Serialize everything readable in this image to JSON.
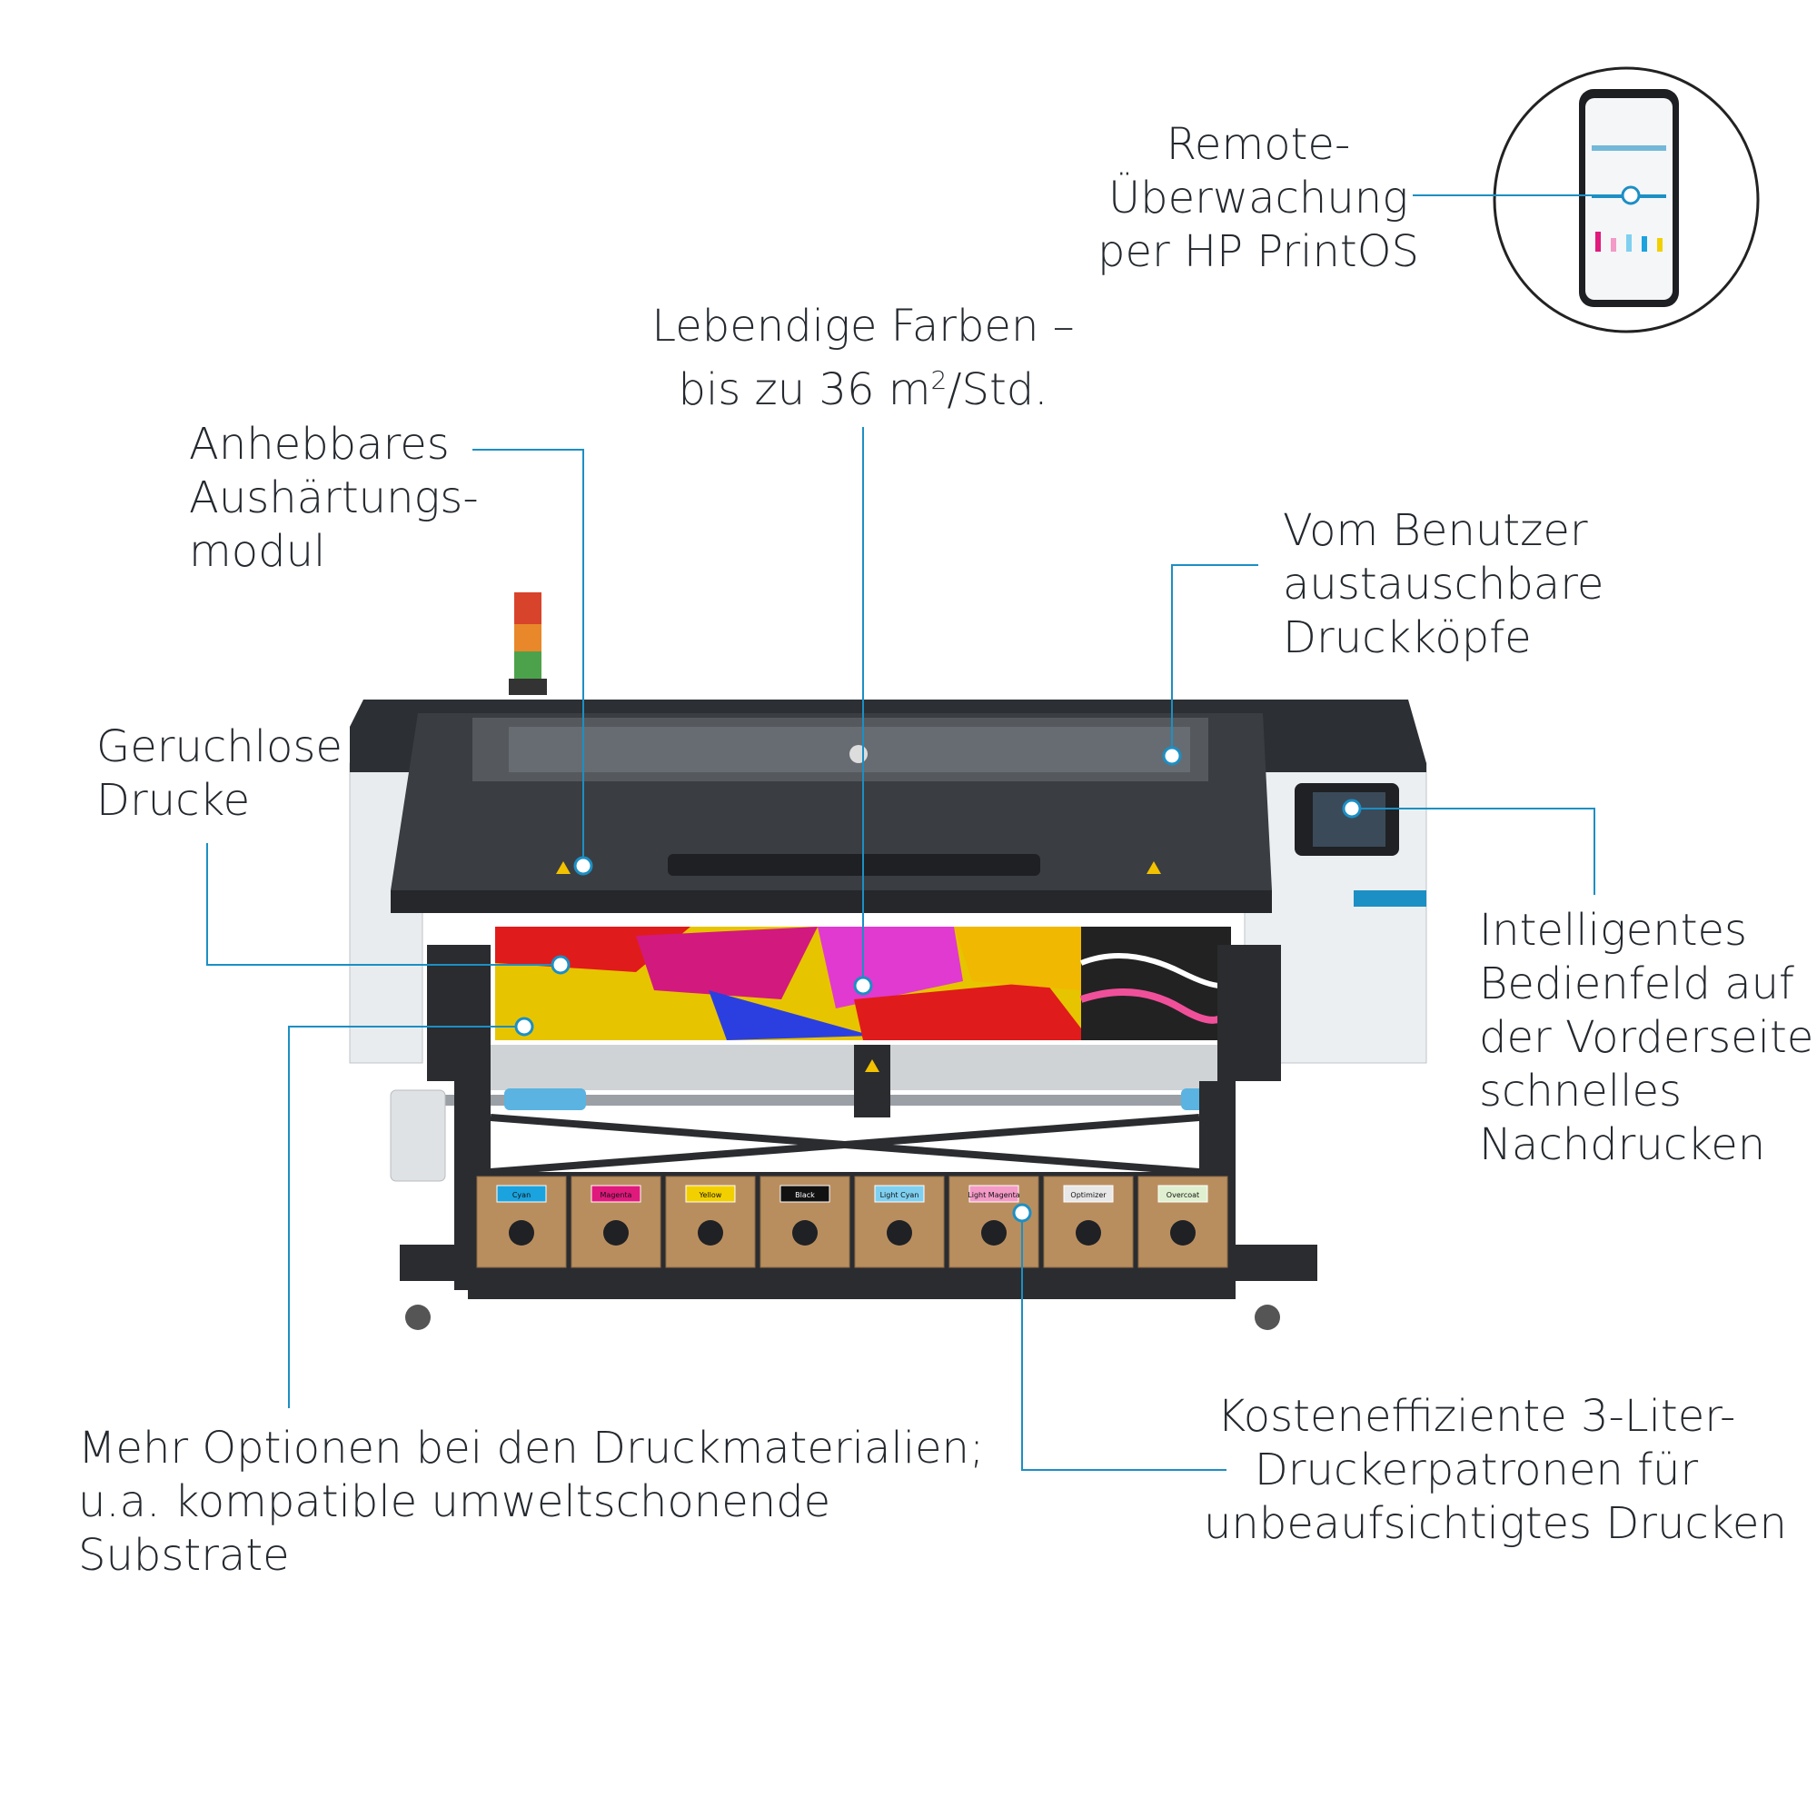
{
  "colors": {
    "callout": "#1c8fc4",
    "text": "#24292f"
  },
  "callouts": {
    "remote": [
      "Remote-",
      "Überwachung",
      "per HP PrintOS"
    ],
    "colors_line1": "Lebendige Farben –",
    "colors_line2_pre": "bis zu 36 m",
    "colors_line2_sup": "2",
    "colors_line2_post": "/Std.",
    "curing": [
      "Anhebbares",
      "Aushärtungs-",
      "modul"
    ],
    "printheads": [
      "Vom Benutzer",
      "austauschbare",
      "Druckköpfe"
    ],
    "odorless": [
      "Geruchlose",
      "Drucke"
    ],
    "panel": [
      "Intelligentes",
      "Bedienfeld auf",
      "der Vorderseite;",
      "schnelles",
      "Nachdrucken"
    ],
    "media": [
      "Mehr Optionen bei den Druckmaterialien;",
      "u.a. kompatible umweltschonende",
      "Substrate"
    ],
    "cartridges": [
      "Kosteneffiziente 3-Liter-",
      "Druckerpatronen für",
      "unbeaufsichtigtes Drucken"
    ]
  },
  "cartridge_labels": [
    "Cyan",
    "Magenta",
    "Yellow",
    "Black",
    "Light Cyan",
    "Light Magenta",
    "Optimizer",
    "Overcoat"
  ],
  "cartridge_colors": [
    "#1aa3de",
    "#e0197d",
    "#f2d000",
    "#111111",
    "#7fd0f0",
    "#f39ac7",
    "#e8e8e8",
    "#dff0d0"
  ],
  "icons": [
    "phone-icon",
    "hp-logo-icon",
    "warning-icon",
    "signal-tower-icon"
  ]
}
